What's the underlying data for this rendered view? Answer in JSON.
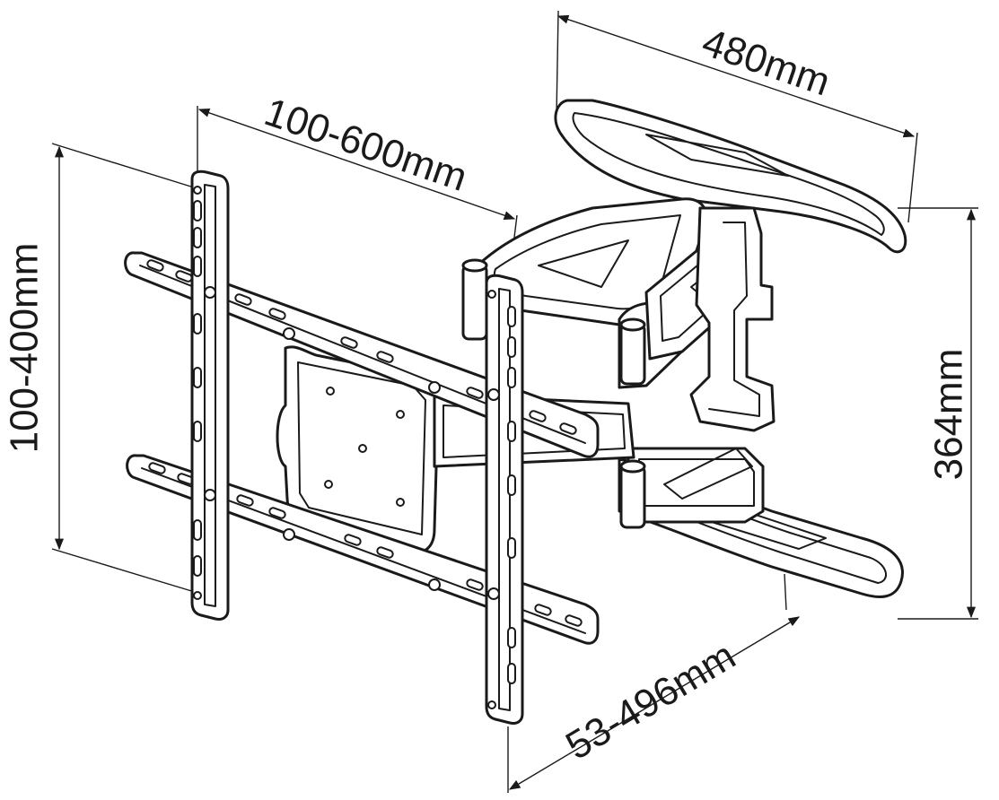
{
  "dimensions": {
    "width_label": "480mm",
    "horizontal_spacing_label": "100-600mm",
    "vertical_spacing_label": "100-400mm",
    "height_label": "364mm",
    "extension_label": "53-496mm"
  },
  "colors": {
    "line": "#1a1a1a",
    "background": "#ffffff"
  }
}
